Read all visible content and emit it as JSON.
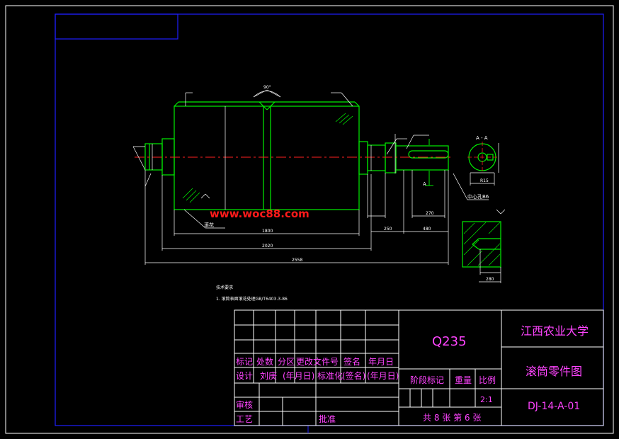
{
  "watermark": "www.woc88.com",
  "dimensions": {
    "d1": "1800",
    "d2": "2020",
    "d3": "2558",
    "d4": "250",
    "d5": "480",
    "d6": "270",
    "d7": "R15",
    "d8": "280"
  },
  "annotations": {
    "section": "A - A",
    "knurl": "滚花",
    "center_hole": "中心孔B6",
    "section_arrow": "A",
    "angle_90": "90°",
    "tech_title": "技术要求",
    "tech_line": "1. 滚筒表面滚花处理GB/T6403.3-86"
  },
  "title_block": {
    "material": "Q235",
    "institution": "江西农业大学",
    "part_name": "滚筒零件图",
    "drawing_no": "DJ-14-A-01",
    "scale_value": "2:1",
    "sheets": "共 8 张 第 6 张",
    "headers": [
      "标记",
      "处数",
      "分区",
      "更改文件号",
      "签名",
      "年月日"
    ],
    "design_row": [
      "设计",
      "刘庚",
      "(年月日)",
      "标准化",
      "(签名)",
      "(年月日)"
    ],
    "stage_mark": "阶段标记",
    "weight": "重量",
    "scale_label": "比例",
    "review": "审核",
    "process": "工艺",
    "approve": "批准"
  },
  "colors": {
    "background": "#000000",
    "frame": "#1e1eff",
    "part_outline": "#00ee00",
    "dimension": "#ffffff",
    "centerline": "#ff2020",
    "table_text": "#ff44ff",
    "watermark": "#ff1a1a"
  }
}
